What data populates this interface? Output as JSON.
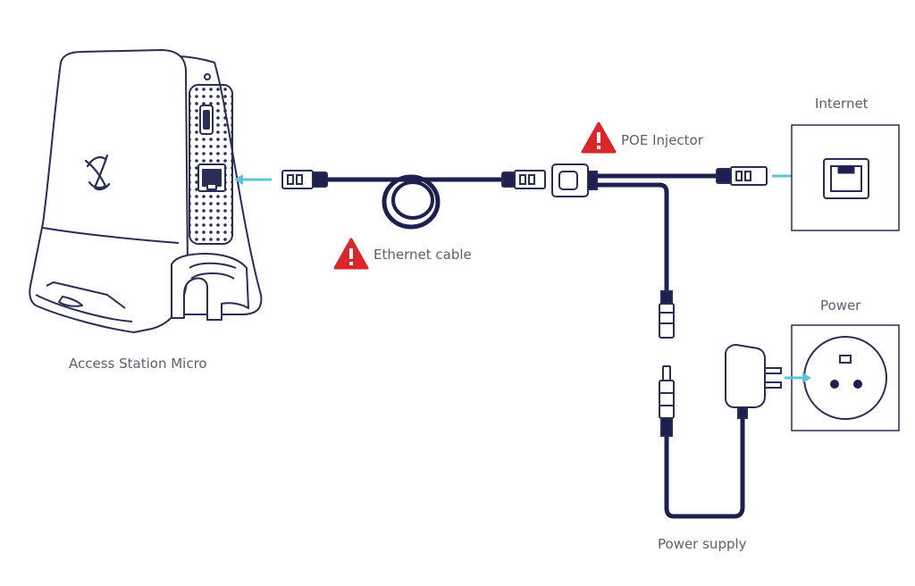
{
  "labels": {
    "device": "Access Station Micro",
    "ethernet_cable": "Ethernet cable",
    "poe_injector": "POE Injector",
    "internet": "Internet",
    "power": "Power",
    "power_supply": "Power supply"
  },
  "colors": {
    "cable": "#1c1f4f",
    "outline": "#2a2d55",
    "arrow": "#5ec3d8",
    "warning": "#d9262a",
    "text": "#5a5f72"
  },
  "icons": [
    "warning-icon",
    "logo-x-icon",
    "rj45-port-icon",
    "power-outlet-icon"
  ]
}
